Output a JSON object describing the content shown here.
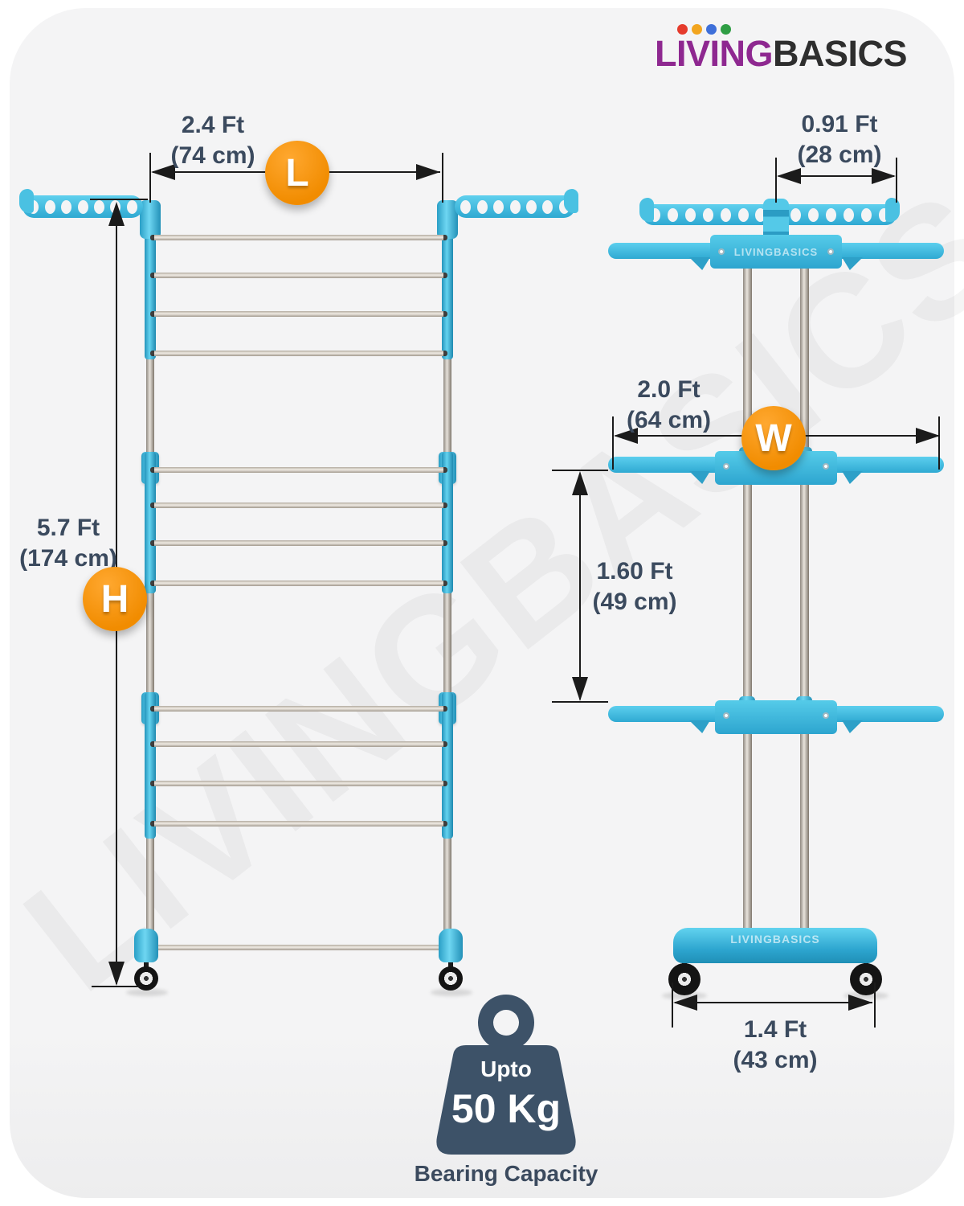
{
  "logo": {
    "living": "LIVING",
    "basics": "BASICS",
    "dot_colors": [
      "#E53B2C",
      "#F2A51F",
      "#3E6FD9",
      "#2F9E44"
    ]
  },
  "watermark": "LIVINGBASICS",
  "front_view": {
    "length": {
      "value": "2.4 Ft",
      "metric": "(74 cm)",
      "badge": "L"
    },
    "height": {
      "value": "5.7 Ft",
      "metric": "(174 cm)",
      "badge": "H"
    }
  },
  "side_view": {
    "top_width": {
      "value": "0.91 Ft",
      "metric": "(28 cm)"
    },
    "width": {
      "value": "2.0 Ft",
      "metric": "(64 cm)",
      "badge": "W"
    },
    "tier_gap": {
      "value": "1.60 Ft",
      "metric": "(49 cm)"
    },
    "base_width": {
      "value": "1.4 Ft",
      "metric": "(43 cm)"
    },
    "bracket_brand": "LIVINGBASICS",
    "base_brand": "LIVINGBASICS"
  },
  "capacity": {
    "prefix": "Upto",
    "value": "50 Kg",
    "caption": "Bearing Capacity"
  },
  "colors": {
    "accent_blue": "#49BFE2",
    "orange": "#F6920E",
    "steel": "#CFC8BF",
    "text_dark": "#3B4A5E",
    "dimension_line": "#1B1B1B",
    "weight_icon": "#3D5268",
    "logo_purple": "#8E2890",
    "card_background": "#F4F4F5"
  }
}
